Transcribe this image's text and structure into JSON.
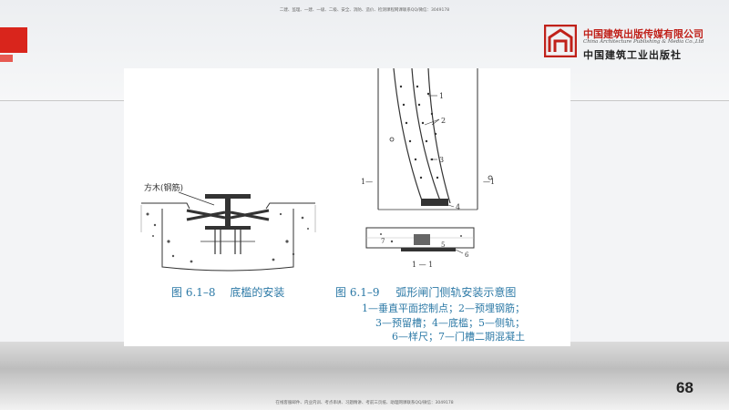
{
  "header": {
    "top_note": "二建、监理、一建、一级、二级、安全、消防、造价、检测课程网课联系QQ/微信：3049178",
    "bottom_note": "在线客服邮件、内业内训、考点串讲、习题精讲、考前三页纸、助理网课联系QQ/微信：3049178"
  },
  "publisher": {
    "name_cn": "中国建筑出版传媒有限公司",
    "name_en": "China Architecture Publishing & Media Co.,Ltd",
    "name_calligraphy": "中国建筑工业出版社",
    "brand_color": "#c0211a"
  },
  "figure_left": {
    "label_wood": "方木(钢筋)",
    "caption_num": "图 6.1–8",
    "caption_text": "底槛的安装"
  },
  "figure_right": {
    "callouts": [
      "1",
      "2",
      "3",
      "4",
      "5",
      "6",
      "7"
    ],
    "section_label_left": "1—",
    "section_label_right": "—1",
    "section_name": "1 — 1",
    "caption_num": "图 6.1–9",
    "caption_text": "弧形闸门侧轨安装示意图",
    "legend": [
      "1—垂直平面控制点；2—预埋钢筋；",
      "3—预留槽；4—底槛；5—侧轨；",
      "6—样尺；7—门槽二期混凝土"
    ]
  },
  "page_number": "68",
  "colors": {
    "caption": "#2c79a6",
    "accent_red": "#d9251c"
  }
}
